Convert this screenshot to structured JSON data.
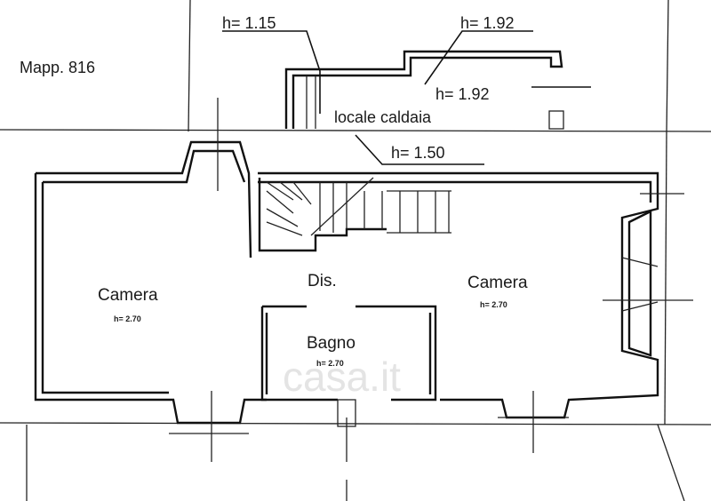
{
  "plan": {
    "mapp_label": "Mapp. 816",
    "heights": {
      "h1": "h= 1.15",
      "h2": "h= 1.92",
      "h3": "h= 1.92",
      "h4": "h= 1.50"
    },
    "locale_caldaia": "locale caldaia",
    "rooms": {
      "camera_left": "Camera",
      "camera_left_h": "h= 2.70",
      "dis": "Dis.",
      "camera_right": "Camera",
      "camera_right_h": "h= 2.70",
      "bagno": "Bagno",
      "bagno_h": "h= 2.70"
    },
    "watermark": "casa.it"
  }
}
